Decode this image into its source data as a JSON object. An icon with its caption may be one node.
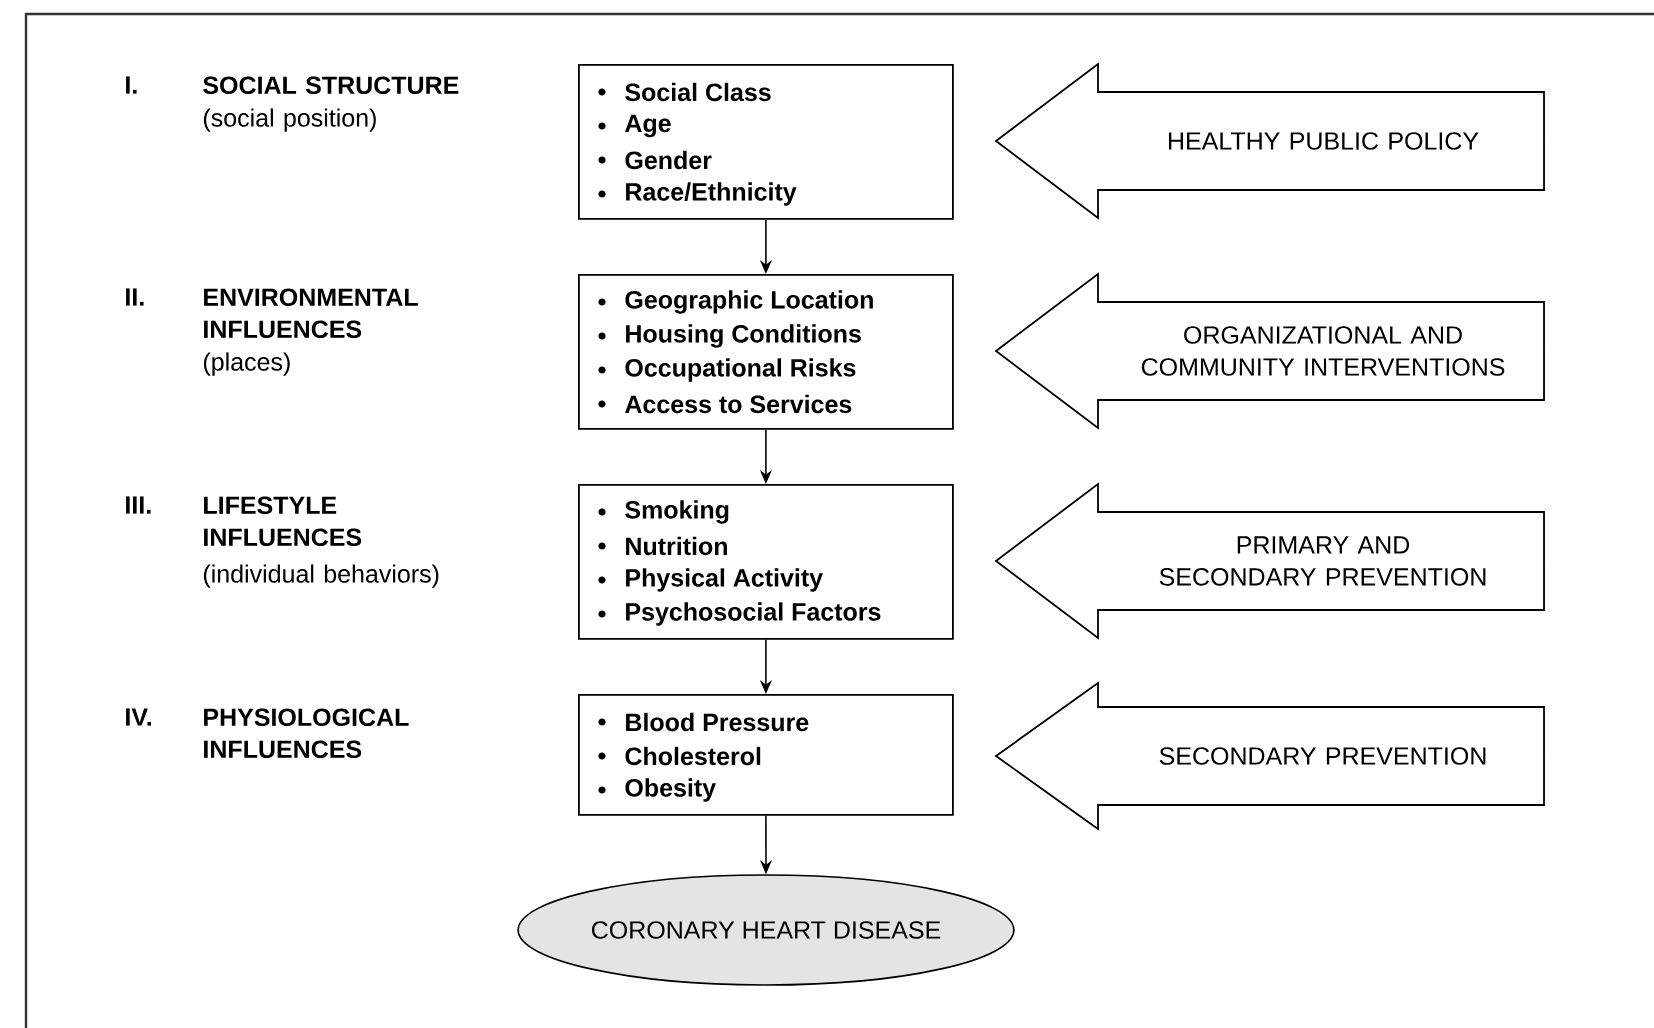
{
  "diagram": {
    "nodes": [
      {
        "text": [
          "Social Class",
          "Age",
          "Gender",
          "Race/Ethnicity"
        ]
      },
      {
        "text": [
          "Geographic Location",
          "Housing Conditions",
          "Occupational Risks",
          "Access to Services"
        ]
      },
      {
        "text": [
          "Smoking",
          "Nutrition",
          "Physical Activity",
          "Psychosocial Factors"
        ]
      },
      {
        "text": [
          "Blood Pressure",
          "Cholesterol",
          "Obesity"
        ]
      },
      {
        "text": [
          "CORONARY HEART DISEASE"
        ]
      },
      {
        "text": [
          "HEALTHY PUBLIC POLICY"
        ]
      },
      {
        "text": [
          "ORGANIZATIONAL AND COMMUNITY INTERVENTIONS"
        ]
      },
      {
        "text": [
          "PRIMARY AND SECONDARY PREVENTION"
        ]
      },
      {
        "text": [
          "SECONDARY PREVENTION"
        ]
      }
    ],
    "edges": [
      {
        "from": 0,
        "to": 1,
        "arrow": "to"
      },
      {
        "from": 1,
        "to": 2,
        "arrow": "to"
      },
      {
        "from": 2,
        "to": 3,
        "arrow": "to"
      },
      {
        "from": 3,
        "to": 4,
        "arrow": "to"
      }
    ],
    "labels": [
      "I.",
      "SOCIAL STRUCTURE",
      "(social position)",
      "II.",
      "ENVIRONMENTAL INFLUENCES",
      "(places)",
      "III.",
      "LIFESTYLE INFLUENCES",
      "(individual behaviors)",
      "IV.",
      "PHYSIOLOGICAL INFLUENCES"
    ]
  }
}
